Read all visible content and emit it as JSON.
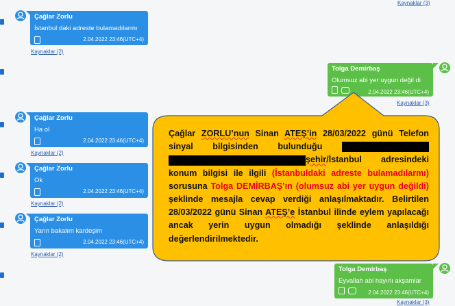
{
  "messages": [
    {
      "sender": "Çağlar Zorlu",
      "text": "İstanbul daki adreste bulamadılarmı",
      "time": "2.04.2022 23:46(UTC+4)",
      "sources": "Kaynaklar (2)"
    },
    {
      "sender": "Tolga Demirbaş",
      "text": "Olumsuz abi yer uygun değil di",
      "time": "2.04.2022 23:46(UTC+4)",
      "sources": "Kaynaklar (3)"
    },
    {
      "sender": "Çağlar Zorlu",
      "text": "Ha ol",
      "time": "2.04.2022 23:46(UTC+4)",
      "sources": "Kaynaklar (2)"
    },
    {
      "sender": "Çağlar Zorlu",
      "text": "Ok",
      "time": "2.04.2022 23:46(UTC+4)",
      "sources": "Kaynaklar (2)"
    },
    {
      "sender": "Çağlar Zorlu",
      "text": "Yarın bakalım kardeşim",
      "time": "2.04.2022 23:46(UTC+4)",
      "sources": "Kaynaklar (2)"
    },
    {
      "sender": "Tolga Demirbaş",
      "text": "Eyvallah abi hayırlı akşamlar",
      "time": "2.04.2022 23:46(UTC+4)",
      "sources": "Kaynaklar (3)"
    }
  ],
  "top_sources": "Kaynaklar (3)",
  "callout": {
    "p1": "Çağlar ",
    "p2": "ZORLU’nun",
    " p3": "",
    "p3b": " Sinan ",
    "p4": "ATEŞ’in",
    "p5": " 28/03/2022 günü Telefon sinyal bilgisinden bulunduğu ",
    "p6": "şehir",
    "p7": "/İstanbul adresindeki konum bilgisi ile ilgili ",
    "r1": "(İstanbuldaki adreste bulamadılarmı)",
    "p8": " sorusuna ",
    "r2": "Tolga DEMİRBAŞ’ın (olumsuz abi yer uygun değildi)",
    "p9": " şeklinde mesajla cevap verdiği anlaşılmaktadır. Belirtilen 28/03/2022 günü Sinan ",
    "p10": "ATEŞ’e",
    "p11": " İstanbul ilinde eylem yapılacağı ancak yerin uygun olmadığı şeklinde anlaşıldığı değerlendirilmektedir."
  },
  "colors": {
    "blue": "#2b8fe5",
    "green": "#5cbf48",
    "callout": "#ffc000",
    "red": "#e8001c"
  }
}
